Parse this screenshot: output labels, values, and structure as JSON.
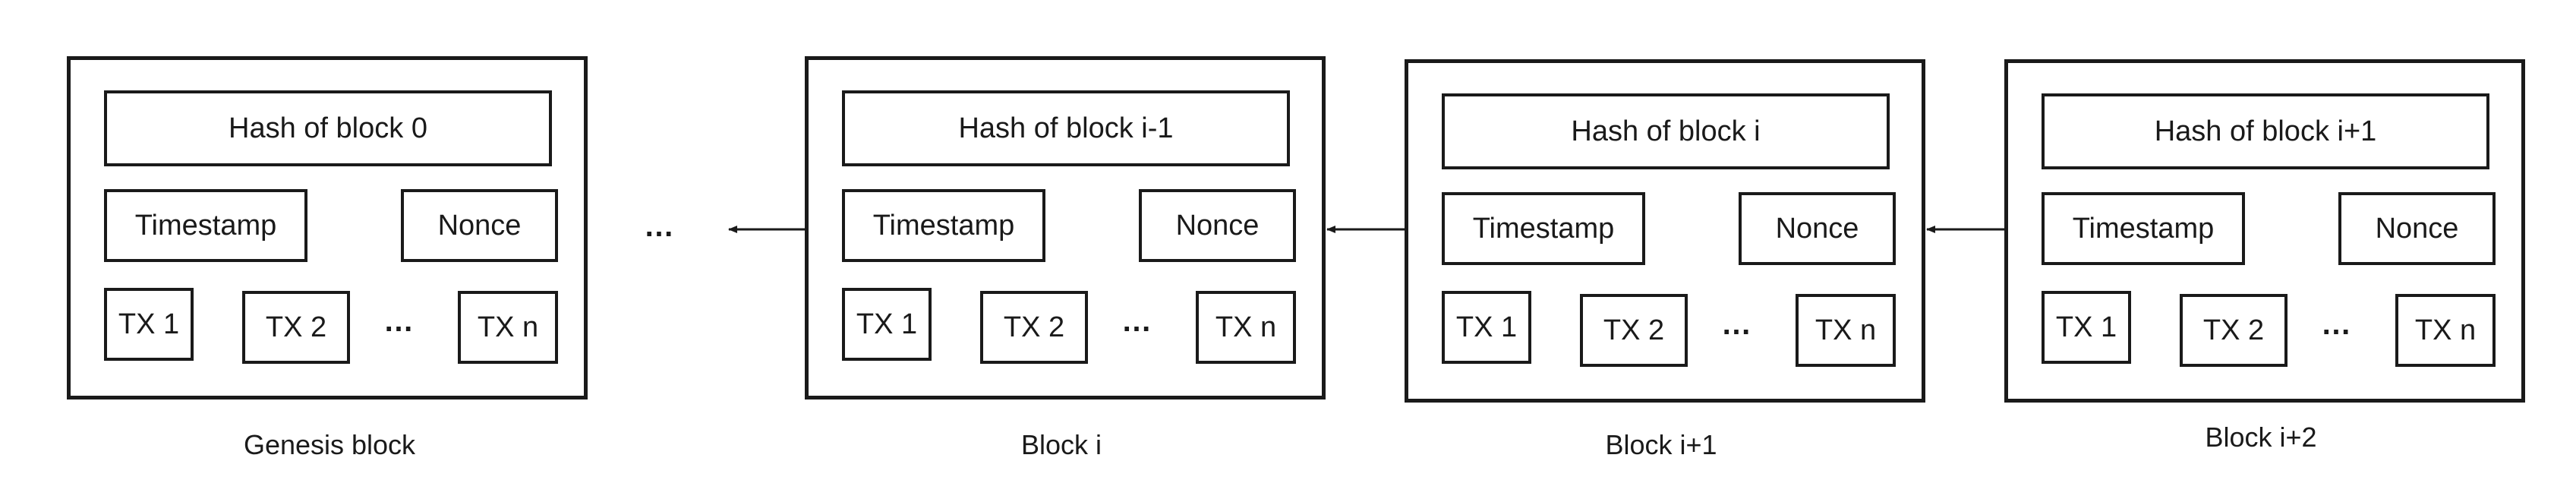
{
  "blocks": [
    {
      "hash": "Hash of block 0",
      "timestamp": "Timestamp",
      "nonce": "Nonce",
      "tx1": "TX 1",
      "tx2": "TX 2",
      "ellipsis": "…",
      "txn": "TX n",
      "caption": "Genesis block"
    },
    {
      "hash": "Hash of block i-1",
      "timestamp": "Timestamp",
      "nonce": "Nonce",
      "tx1": "TX 1",
      "tx2": "TX 2",
      "ellipsis": "…",
      "txn": "TX n",
      "caption": "Block i"
    },
    {
      "hash": "Hash of block i",
      "timestamp": "Timestamp",
      "nonce": "Nonce",
      "tx1": "TX 1",
      "tx2": "TX 2",
      "ellipsis": "…",
      "txn": "TX n",
      "caption": "Block i+1"
    },
    {
      "hash": "Hash of block i+1",
      "timestamp": "Timestamp",
      "nonce": "Nonce",
      "tx1": "TX 1",
      "tx2": "TX 2",
      "ellipsis": "…",
      "txn": "TX n",
      "caption": "Block i+2"
    }
  ],
  "gap_ellipsis": "…"
}
